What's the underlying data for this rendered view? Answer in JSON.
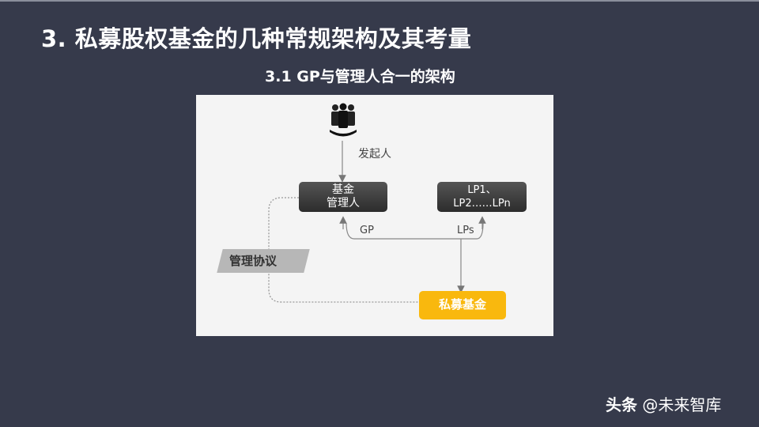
{
  "slide": {
    "title": "3. 私募股权基金的几种常规架构及其考量",
    "subtitle": "3.1  GP与管理人合一的架构"
  },
  "diagram": {
    "sponsor_icon": "people-group-icon",
    "sponsor_label": "发起人",
    "manager_line1": "基金",
    "manager_line2": "管理人",
    "lp_line1": "LP1、",
    "lp_line2": "LP2……LPn",
    "gp_label": "GP",
    "lps_label": "LPs",
    "agreement_label": "管理协议",
    "fund_label": "私募基金",
    "colors": {
      "background": "#363a4b",
      "panel": "#f4f4f4",
      "dark_node": "#3a3a3a",
      "fund_node": "#f9b80e",
      "tag": "#b7b7b7"
    }
  },
  "footer": {
    "platform": "头条",
    "account": "@未来智库"
  }
}
